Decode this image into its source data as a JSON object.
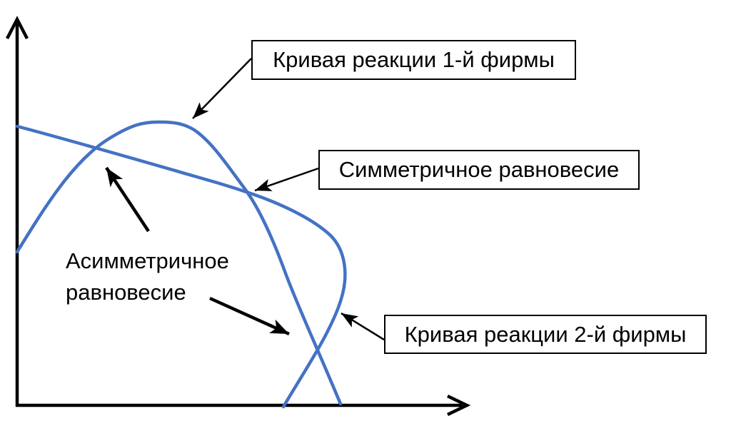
{
  "labels": {
    "curve1_box": "Кривая реакции 1-й фирмы",
    "symmetric_box": "Симметричное равновесие",
    "asymmetric_line1": "Асимметричное",
    "asymmetric_line2": "равновесие",
    "curve2_box": "Кривая реакции 2-й фирмы"
  },
  "colors": {
    "curve": "#4472C4",
    "axis": "#000000",
    "arrow": "#000000",
    "box_border": "#000000",
    "box_background": "#FFFFFF",
    "background": "#FFFFFF",
    "text": "#000000"
  },
  "diagram": {
    "type": "reaction-curves-diagram",
    "curves": [
      {
        "name": "reaction-curve-firm-1",
        "label": "Кривая реакции 1-й фирмы"
      },
      {
        "name": "reaction-curve-firm-2",
        "label": "Кривая реакции 2-й фирмы"
      }
    ],
    "points": [
      {
        "name": "symmetric-equilibrium",
        "label": "Симметричное равновесие"
      },
      {
        "name": "asymmetric-equilibrium-upper",
        "label": "Асимметричное равновесие"
      },
      {
        "name": "asymmetric-equilibrium-lower",
        "label": "Асимметричное равновесие"
      }
    ]
  }
}
